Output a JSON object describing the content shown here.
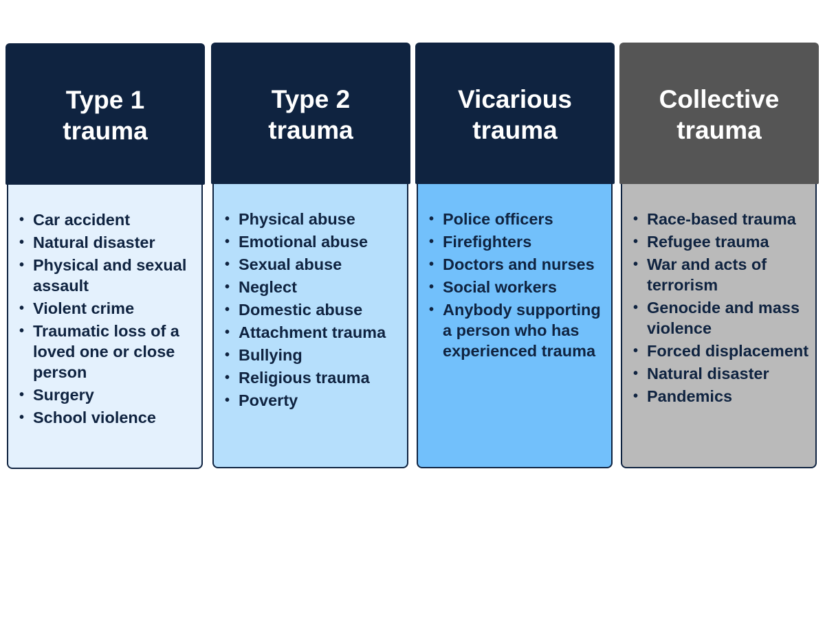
{
  "colors": {
    "navy": "#0f2340",
    "gray": "#555555",
    "body_lightest": "#e4f1fd",
    "body_light": "#b6dffc",
    "body_medium": "#72c0fb",
    "body_gray": "#bababa"
  },
  "columns": [
    {
      "title_line1": "Type 1",
      "title_line2": "trauma",
      "header_color": "#0f2340",
      "body_color": "#e4f1fd",
      "items": [
        "Car accident",
        "Natural disaster",
        "Physical and sexual assault",
        "Violent crime",
        "Traumatic loss of a loved one or close person",
        "Surgery",
        "School violence"
      ]
    },
    {
      "title_line1": "Type 2",
      "title_line2": "trauma",
      "header_color": "#0f2340",
      "body_color": "#b6dffc",
      "items": [
        "Physical abuse",
        "Emotional abuse",
        "Sexual abuse",
        "Neglect",
        "Domestic abuse",
        "Attachment trauma",
        "Bullying",
        "Religious trauma",
        "Poverty"
      ]
    },
    {
      "title_line1": "Vicarious",
      "title_line2": "trauma",
      "header_color": "#0f2340",
      "body_color": "#72c0fb",
      "items": [
        "Police officers",
        "Firefighters",
        "Doctors and nurses",
        "Social workers",
        "Anybody supporting a person who has experienced trauma"
      ]
    },
    {
      "title_line1": "Collective",
      "title_line2": "trauma",
      "header_color": "#555555",
      "body_color": "#bababa",
      "items": [
        "Race-based trauma",
        "Refugee trauma",
        "War and acts of terrorism",
        "Genocide and mass violence",
        "Forced displacement",
        "Natural disaster",
        "Pandemics"
      ]
    }
  ]
}
